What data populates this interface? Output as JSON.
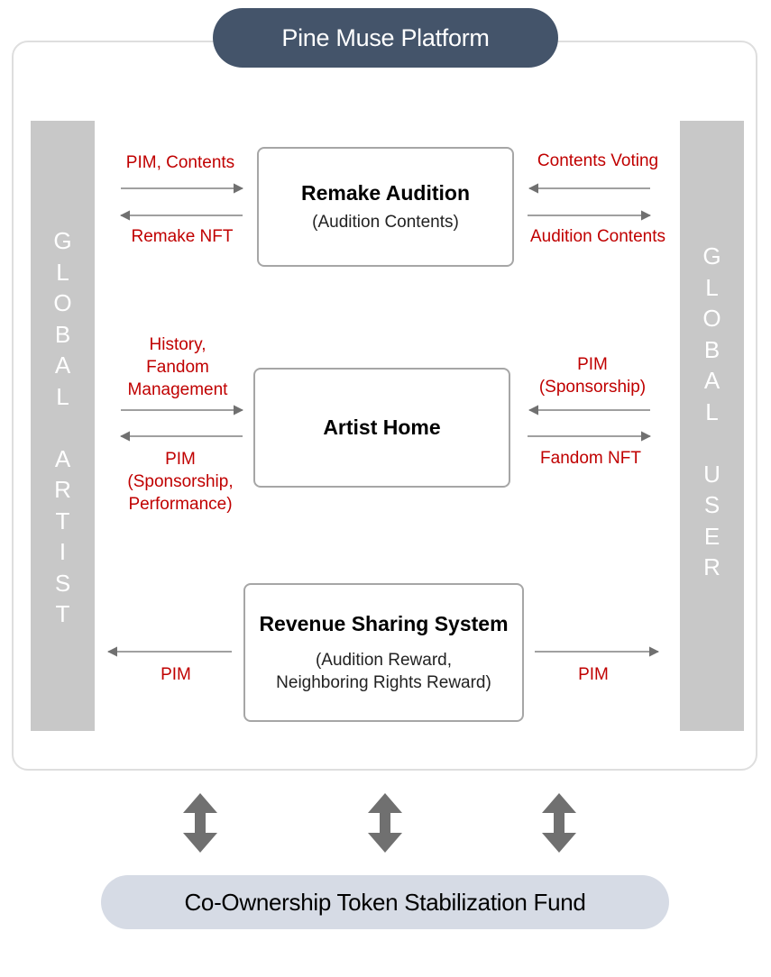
{
  "platform": {
    "title": "Pine Muse Platform"
  },
  "left_panel": {
    "label": "G\nL\nO\nB\nA\nL\n\nA\nR\nT\nI\nS\nT"
  },
  "right_panel": {
    "label": "G\nL\nO\nB\nA\nL\n\nU\nS\nE\nR"
  },
  "boxes": {
    "remake": {
      "title": "Remake Audition",
      "subtitle": "(Audition Contents)"
    },
    "artist": {
      "title": "Artist Home"
    },
    "revenue": {
      "title": "Revenue Sharing System",
      "subtitle": "(Audition Reward,\nNeighboring Rights Reward)"
    }
  },
  "flows": {
    "remake_left_in": "PIM, Contents",
    "remake_left_out": "Remake NFT",
    "remake_right_in": "Contents Voting",
    "remake_right_out": "Audition Contents",
    "artist_left_in": "History,\nFandom\nManagement",
    "artist_left_out": "PIM\n(Sponsorship,\nPerformance)",
    "artist_right_in": "PIM\n(Sponsorship)",
    "artist_right_out": "Fandom NFT",
    "revenue_left": "PIM",
    "revenue_right": "PIM"
  },
  "fund": {
    "title": "Co-Ownership Token Stabilization Fund"
  },
  "colors": {
    "title_bg": "#44546a",
    "side_bar": "#c8c8c8",
    "flow_text": "#c00000",
    "fund_bg": "#d6dbe5",
    "arrow": "#707070"
  }
}
